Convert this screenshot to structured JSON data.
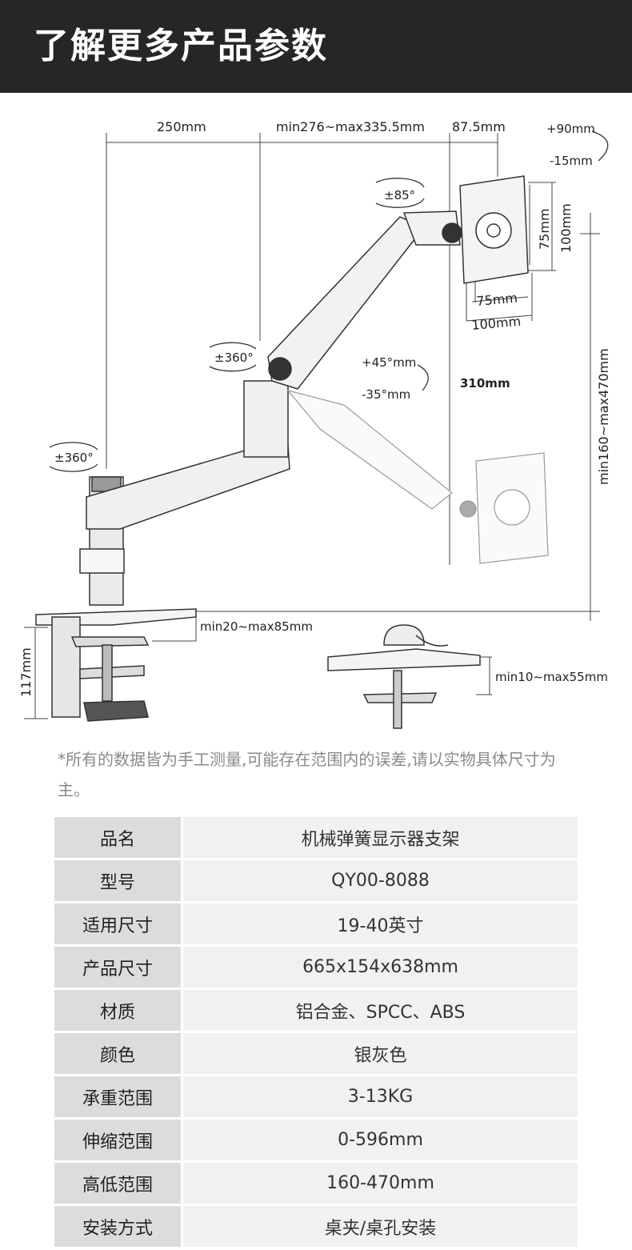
{
  "header": {
    "title": "了解更多产品参数"
  },
  "diagram": {
    "labels": {
      "d250": "250mm",
      "dmin276": "min276~max335.5mm",
      "d87": "87.5mm",
      "tilt_up": "+90mm",
      "tilt_down": "-15mm",
      "rot85": "±85°",
      "vesa75v": "75mm",
      "vesa100v": "100mm",
      "vesa75h": "75mm",
      "vesa100h": "100mm",
      "rot360a": "±360°",
      "rot360b": "±360°",
      "arm_up": "+45°mm",
      "arm_down": "-35°mm",
      "d310": "310mm",
      "height": "min160~max470mm",
      "clamp_thick": "min20~max85mm",
      "clamp_h": "117mm",
      "grommet": "min10~max55mm"
    }
  },
  "note": "*所有的数据皆为手工测量,可能存在范围内的误差,请以实物具体尺寸为主。",
  "specs": [
    {
      "key": "品名",
      "value": "机械弹簧显示器支架"
    },
    {
      "key": "型号",
      "value": "QY00-8088"
    },
    {
      "key": "适用尺寸",
      "value": "19-40英寸"
    },
    {
      "key": "产品尺寸",
      "value": "665x154x638mm"
    },
    {
      "key": "材质",
      "value": "铝合金、SPCC、ABS"
    },
    {
      "key": "颜色",
      "value": "银灰色"
    },
    {
      "key": "承重范围",
      "value": "3-13KG"
    },
    {
      "key": "伸缩范围",
      "value": "0-596mm"
    },
    {
      "key": "高低范围",
      "value": "160-470mm"
    },
    {
      "key": "安装方式",
      "value": "桌夹/桌孔安装"
    }
  ]
}
